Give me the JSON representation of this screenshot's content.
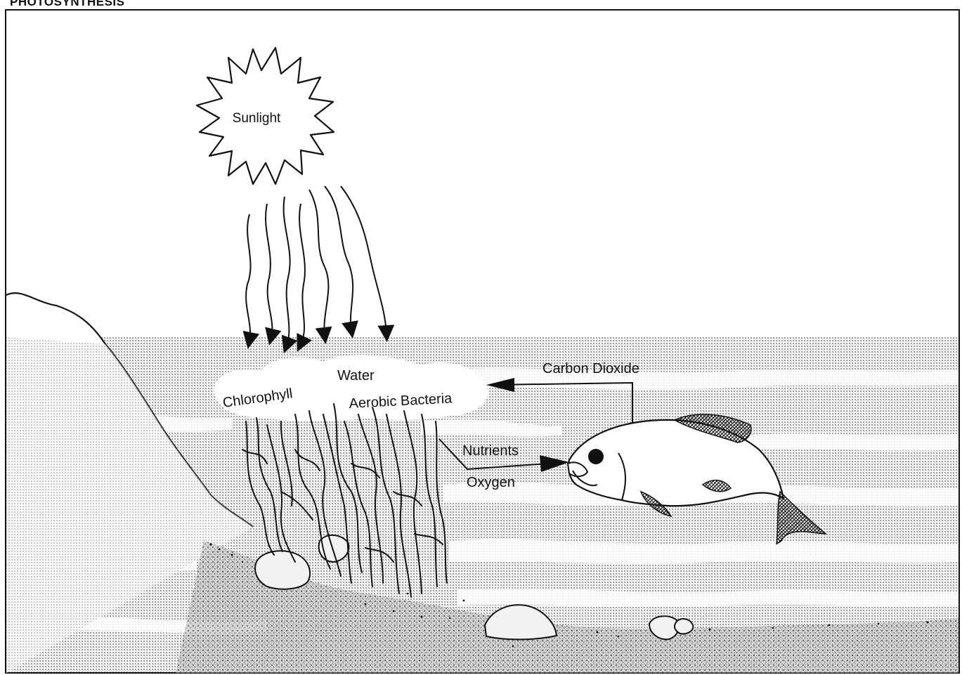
{
  "title": "PHOTOSYNTHESIS",
  "labels": {
    "sunlight": "Sunlight",
    "chlorophyll": "Chlorophyll",
    "water": "Water",
    "aerobic_bacteria": "Aerobic Bacteria",
    "carbon_dioxide": "Carbon Dioxide",
    "nutrients": "Nutrients",
    "oxygen": "Oxygen"
  },
  "colors": {
    "ink": "#111111",
    "water_shade": "#c9c9c9",
    "background": "#ffffff"
  }
}
